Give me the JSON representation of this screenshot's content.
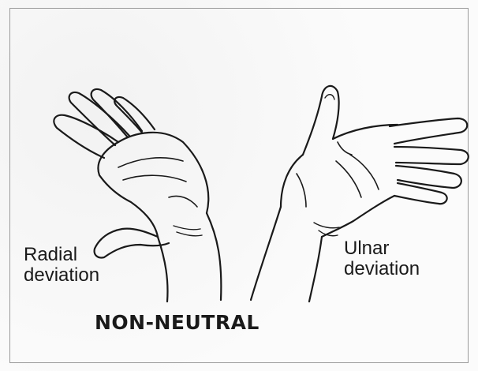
{
  "labels": {
    "radial_line1": "Radial",
    "radial_line2": "deviation",
    "ulnar_line1": "Ulnar",
    "ulnar_line2": "deviation"
  },
  "title": "NON-NEUTRAL",
  "colors": {
    "ink": "#1a1a1a",
    "background": "#fbfbfb"
  }
}
